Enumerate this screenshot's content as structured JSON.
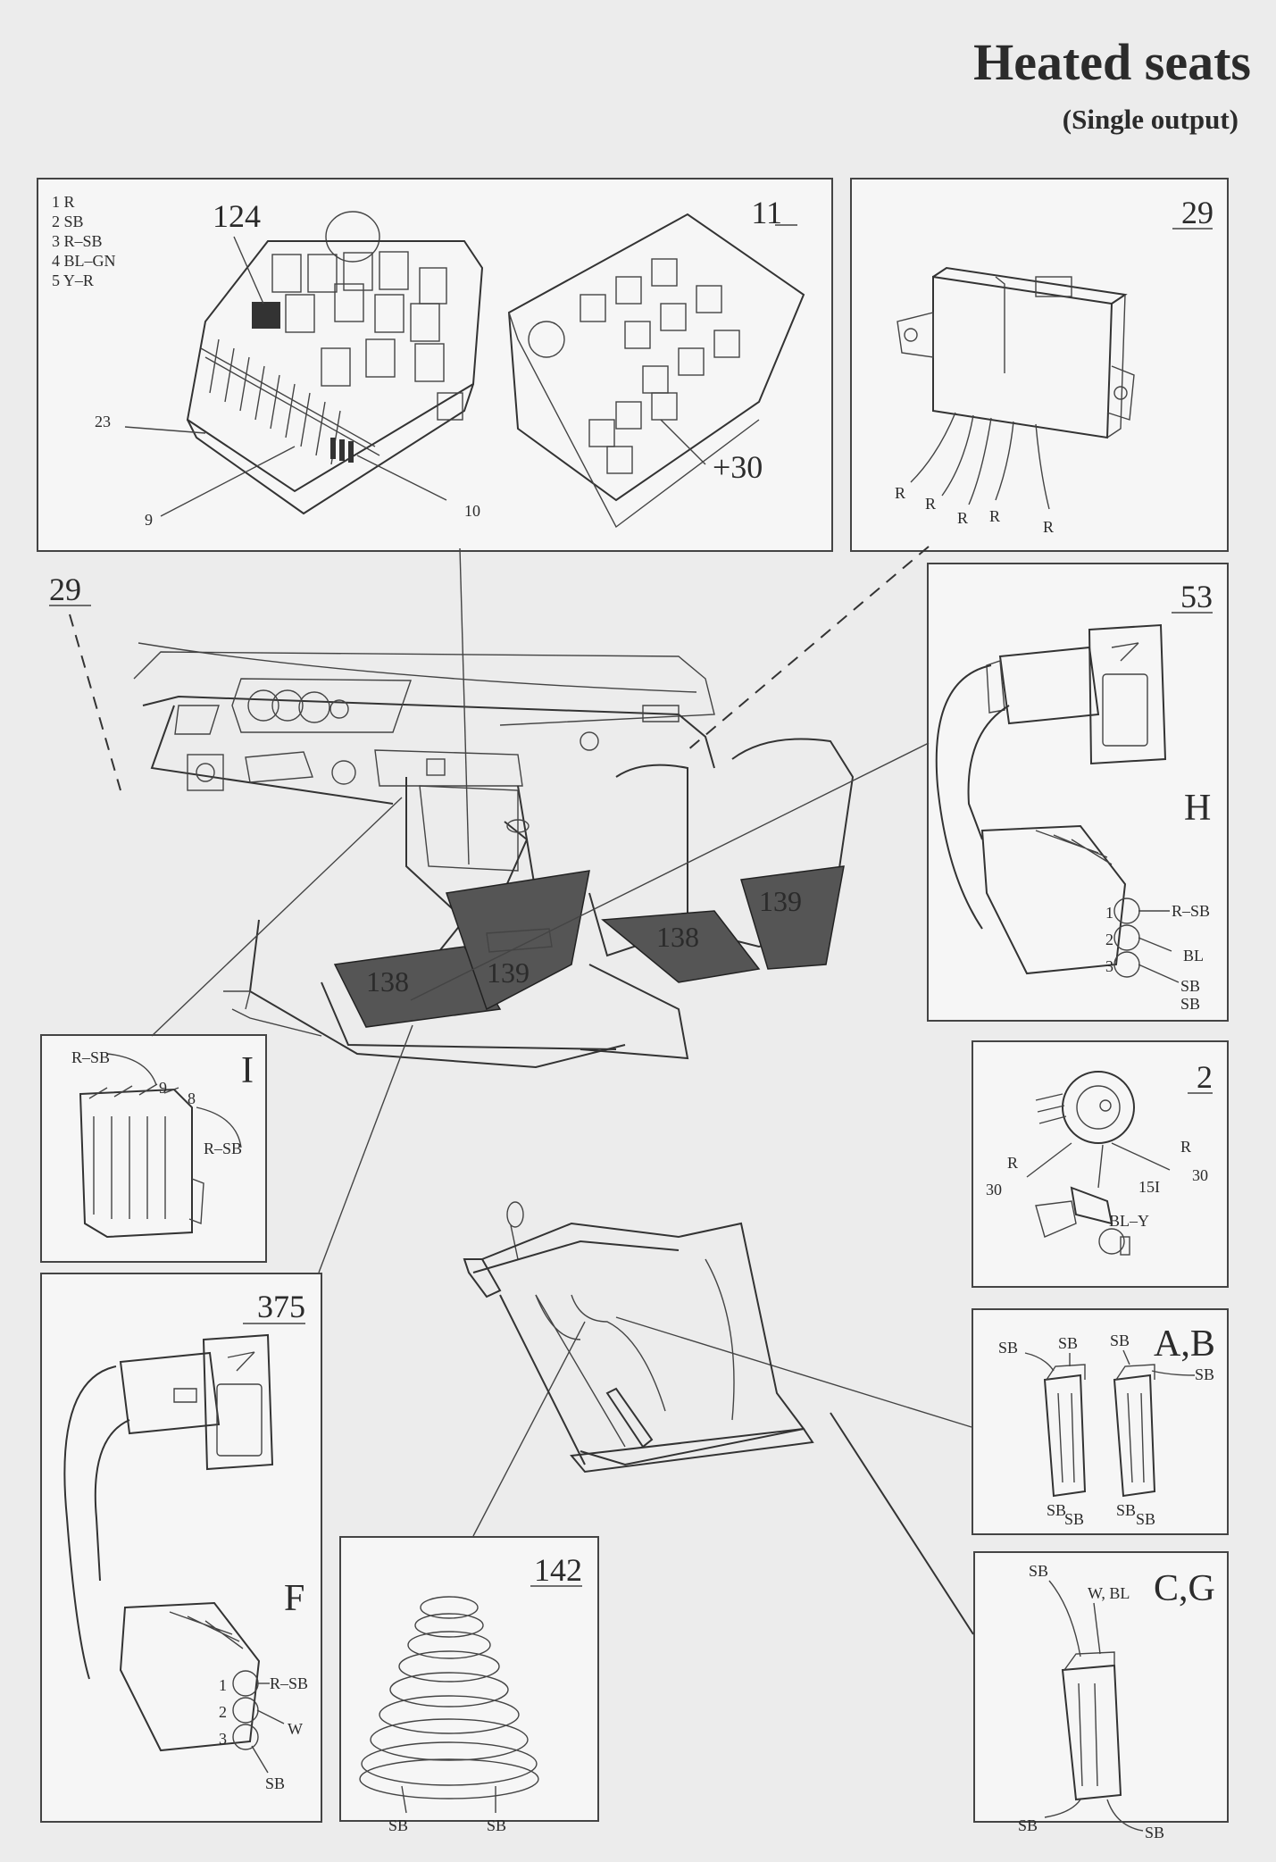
{
  "title": "Heated seats",
  "subtitle": "(Single output)",
  "panels": {
    "p11": {
      "number": "11",
      "legend": [
        "1 R",
        "2 SB",
        "3 R–SB",
        "4 BL–GN",
        "5 Y–R"
      ],
      "callouts": [
        "124",
        "23",
        "9",
        "10",
        "+30"
      ]
    },
    "p29": {
      "number": "29",
      "wires": [
        "R",
        "R",
        "R",
        "R",
        "R"
      ]
    },
    "p53": {
      "number": "53",
      "letter": "H",
      "pins": [
        "1",
        "2",
        "3"
      ],
      "wires": [
        "R–SB",
        "BL",
        "SB",
        "SB"
      ]
    },
    "pI": {
      "letter": "I",
      "wires": [
        "R–SB",
        "9",
        "8",
        "R–SB"
      ]
    },
    "p2": {
      "number": "2",
      "wires": [
        "R",
        "30",
        "R",
        "30",
        "15I",
        "BL–Y"
      ]
    },
    "pAB": {
      "letter": "A,B",
      "wires": [
        "SB",
        "SB",
        "SB",
        "SB",
        "SB",
        "SB",
        "SB",
        "SB"
      ]
    },
    "p375": {
      "number": "375",
      "letter": "F",
      "pins": [
        "1",
        "2",
        "3"
      ],
      "wires": [
        "R–SB",
        "W",
        "SB"
      ]
    },
    "p142": {
      "number": "142",
      "wires": [
        "SB",
        "SB"
      ]
    },
    "pCG": {
      "letter": "C,G",
      "wires": [
        "SB",
        "W, BL",
        "SB",
        "SB"
      ]
    }
  },
  "main": {
    "ref": "29",
    "mats": [
      "138",
      "139",
      "138",
      "139"
    ]
  }
}
